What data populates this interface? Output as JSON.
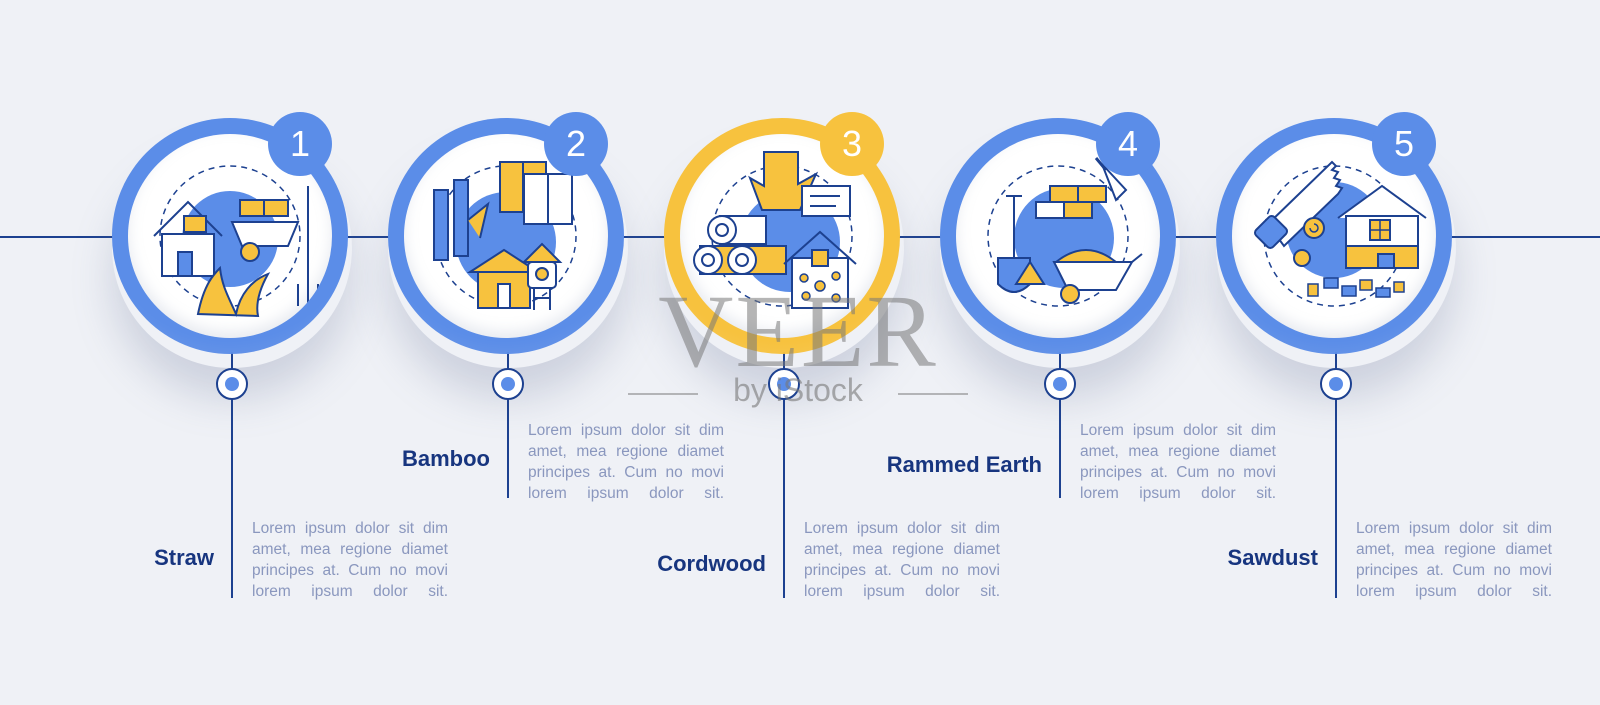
{
  "steps": [
    {
      "number": "1",
      "title": "Straw",
      "description": "Lorem ipsum dolor sit dim amet, mea regione diamet principes at. Cum no movi lorem ipsum dolor sit.",
      "ring_color": "#5b8de8",
      "icon": "straw-house-wheelbarrow-icon"
    },
    {
      "number": "2",
      "title": "Bamboo",
      "description": "Lorem ipsum dolor sit dim amet, mea regione diamet principes at. Cum no movi lorem ipsum dolor sit.",
      "ring_color": "#5b8de8",
      "icon": "bamboo-pagoda-icon"
    },
    {
      "number": "3",
      "title": "Cordwood",
      "description": "Lorem ipsum dolor sit dim amet, mea regione diamet principes at. Cum no movi lorem ipsum dolor sit.",
      "ring_color": "#f7c23e",
      "icon": "cordwood-logs-house-icon"
    },
    {
      "number": "4",
      "title": "Rammed Earth",
      "description": "Lorem ipsum dolor sit dim amet, mea regione diamet principes at. Cum no movi lorem ipsum dolor sit.",
      "ring_color": "#5b8de8",
      "icon": "shovel-bricks-wheelbarrow-icon"
    },
    {
      "number": "5",
      "title": "Sawdust",
      "description": "Lorem ipsum dolor sit dim amet, mea regione diamet principes at. Cum no movi lorem ipsum dolor sit.",
      "ring_color": "#5b8de8",
      "icon": "saw-sawdust-house-icon"
    }
  ],
  "watermark": {
    "brand": "VEER",
    "byline": "by iStock"
  },
  "colors": {
    "navy": "#1d4190",
    "blue": "#5b8de8",
    "yellow": "#f7c23e",
    "background": "#eff1f6",
    "text_gray": "#8a97be"
  }
}
